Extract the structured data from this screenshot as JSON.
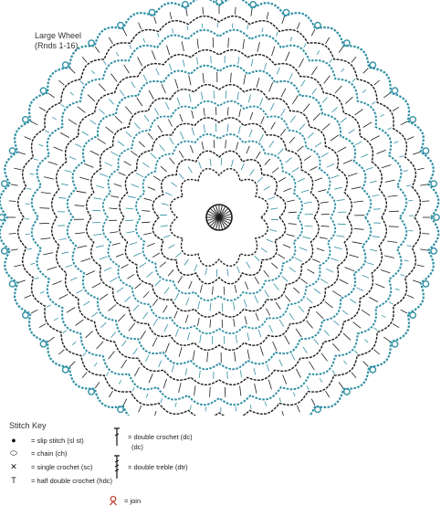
{
  "title": {
    "line1": "Large Wheel",
    "line2": "(Rnds 1-16)"
  },
  "colors": {
    "teal": "#2f8fa3",
    "dark": "#1d1d1d",
    "paper": "#ffffff"
  },
  "key": {
    "title": "Stitch Key",
    "items": [
      {
        "icon": "slip-stitch-icon",
        "label": "= slip stitch (sl st)"
      },
      {
        "icon": "chain-icon",
        "label": "= chain (ch)"
      },
      {
        "icon": "single-crochet-icon",
        "label": "= single crochet (sc)"
      },
      {
        "icon": "half-double-crochet-icon",
        "label": "= half double crochet (hdc)"
      },
      {
        "icon": "double-crochet-icon",
        "label": "= double crochet (dc)",
        "sub": "(dc)"
      },
      {
        "icon": "double-treble-icon",
        "label": "= double treble (dtr)"
      },
      {
        "icon": "join-icon",
        "label": "= join"
      }
    ]
  }
}
